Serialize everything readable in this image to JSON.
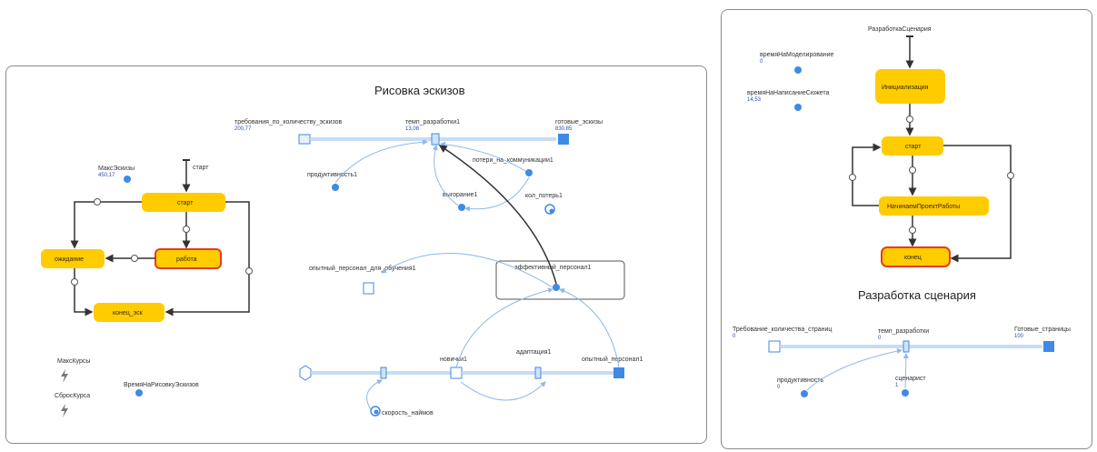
{
  "left_panel": {
    "title": "Рисовка эскизов",
    "flows": {
      "top_source": "требования_по_количеству_эскизов",
      "top_source_val": "200,77",
      "top_rate": "темп_разработки1",
      "top_rate_val": "13,08",
      "top_sink": "готовые_эскизы",
      "top_sink_val": "830,85",
      "productivity": "продуктивность1",
      "comm_loss": "потери_на_коммуникации1",
      "burnout": "выгорание1",
      "cap_loss": "кол_потерь1"
    },
    "training": {
      "experienced_for_training": "опытный_персонал_для_обучения1",
      "effective_staff": "эффективный_персонал1",
      "novices": "новички1",
      "adaptation": "адаптация1",
      "experienced": "опытный_персонал1",
      "hiring_speed": "скорость_наймов"
    },
    "statechart": {
      "var_name": "МаксЭскизы",
      "var_val": "450,17",
      "entry": "старт",
      "states": {
        "start": "старт",
        "work": "работа",
        "waiting": "ожидание",
        "end": "конец_эск"
      }
    },
    "events": {
      "ev1": "МаксКурсы",
      "ev2": "СбросКурса",
      "param": "ВремяНаРисовкуЭскизов"
    }
  },
  "right_panel": {
    "title": "Разработка сценария",
    "entry_label": "РазработкаСценария",
    "params": {
      "p1": "времяНаМоделирование",
      "p1_val": "0",
      "p2": "времяНаНаписаниеСюжета",
      "p2_val": "14,53"
    },
    "states": {
      "init": "Инициализация",
      "start": "старт",
      "hire": "НачинаемПроектРаботы",
      "end": "конец"
    },
    "flows": {
      "source": "Требование_количества_страниц",
      "source_val": "0",
      "rate": "темп_разработки",
      "rate_val": "0",
      "sink": "Готовые_страницы",
      "sink_val": "100",
      "productivity": "продуктивность",
      "productivity_val": "0",
      "writer": "сценарист",
      "writer_val": "1"
    }
  }
}
